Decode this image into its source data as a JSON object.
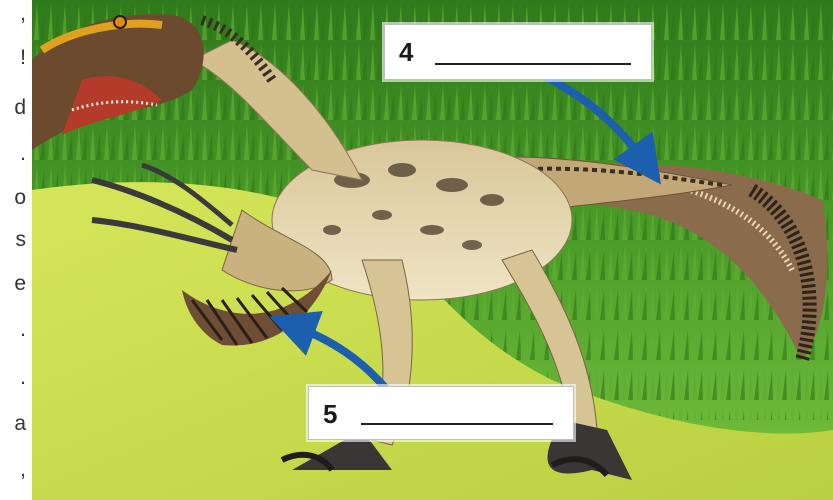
{
  "margin_text_fragments": [
    ",",
    "!",
    "d",
    ".",
    "o",
    "s",
    "e",
    ".",
    ".",
    "a",
    ","
  ],
  "labels": [
    {
      "number": "4",
      "answer": ""
    },
    {
      "number": "5",
      "answer": ""
    }
  ],
  "colors": {
    "grass_dark": "#2f7a1c",
    "grass_light": "#6fbf3a",
    "ground": "#c9dd4c",
    "arrow": "#1c5fae",
    "feather_light": "#e3d3a6",
    "feather_dark": "#3a2d22"
  }
}
